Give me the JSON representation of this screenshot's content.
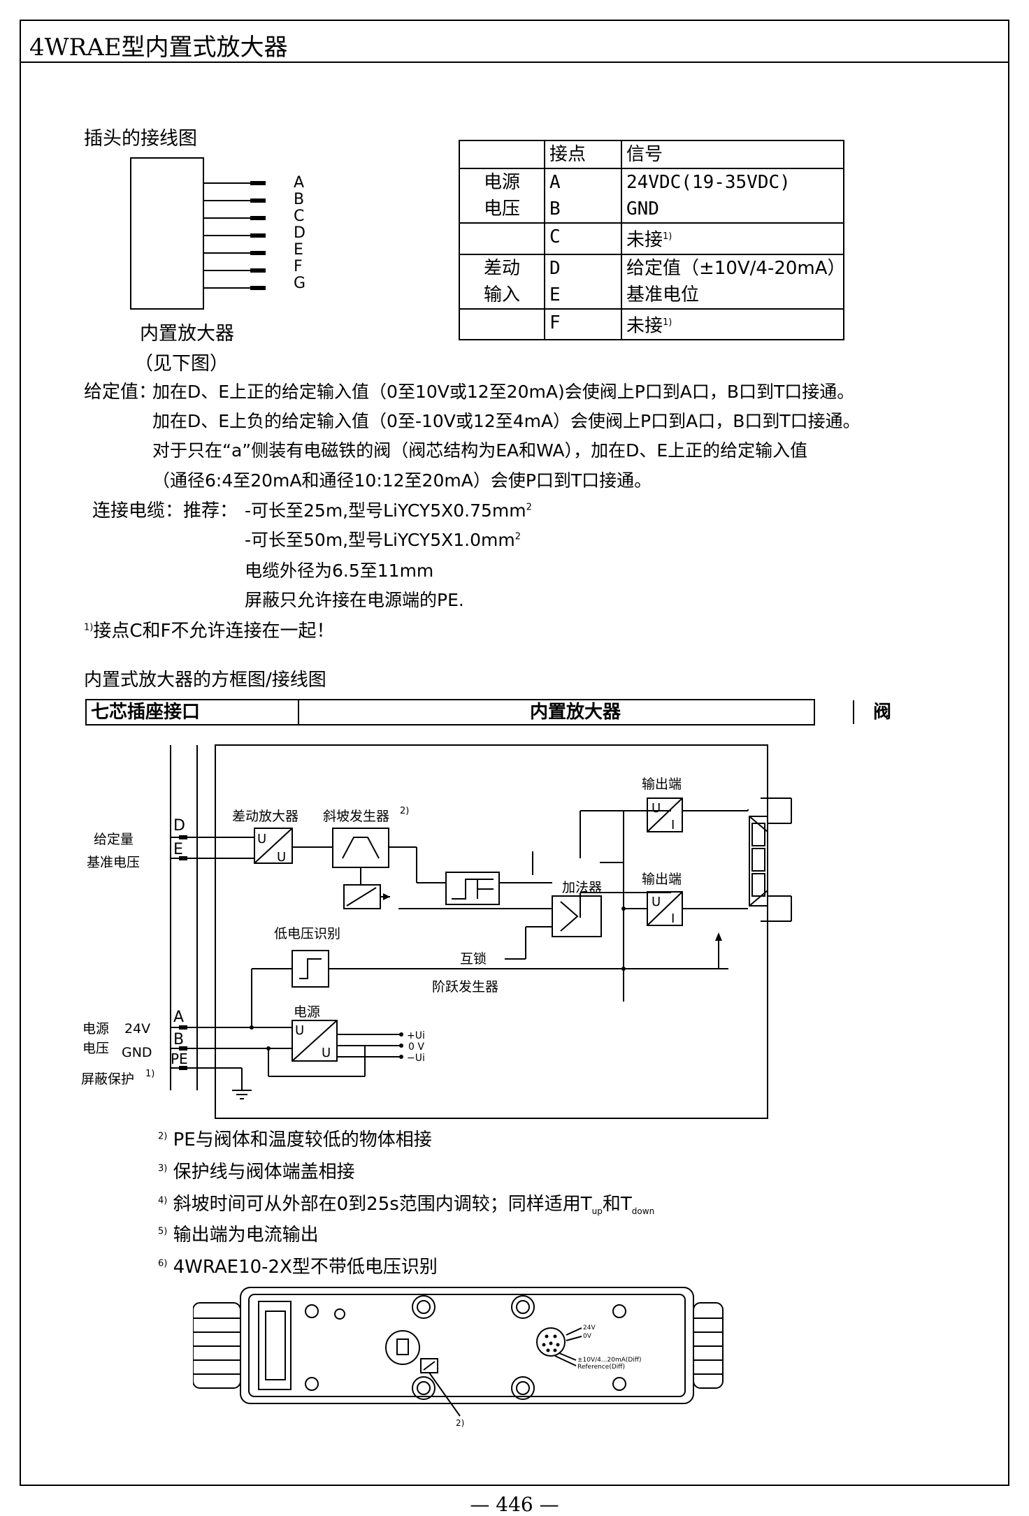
{
  "page": {
    "title": "4WRAE型内置式放大器",
    "page_number": "— 446 —"
  },
  "plug": {
    "heading": "插头的接线图",
    "pins": [
      "A",
      "B",
      "C",
      "D",
      "E",
      "F",
      "G"
    ],
    "caption_line1": "内置放大器",
    "caption_line2": "（见下图）"
  },
  "signal_table": {
    "headers": [
      "",
      "接点",
      "信号"
    ],
    "rows": [
      {
        "group": "电源",
        "pin": "A",
        "signal": "24VDC(19-35VDC)"
      },
      {
        "group": "电压",
        "pin": "B",
        "signal": "GND"
      },
      {
        "group": "",
        "pin": "C",
        "signal": "未接",
        "note": "1)"
      },
      {
        "group": "差动",
        "pin": "D",
        "signal": "给定值（±10V/4-20mA）"
      },
      {
        "group": "输入",
        "pin": "E",
        "signal": "基准电位"
      },
      {
        "group": "",
        "pin": "F",
        "signal": "未接",
        "note": "1)"
      }
    ]
  },
  "text": {
    "setpoint_label": "给定值：",
    "setpoint_1": "加在D、E上正的给定输入值（0至10V或12至20mA)会使阀上P口到A口，B口到T口接通。",
    "setpoint_2": "加在D、E上负的给定输入值（0至-10V或12至4mA）会使阀上P口到A口，B口到T口接通。",
    "setpoint_3": "对于只在“a”侧装有电磁铁的阀（阀芯结构为EA和WA），加在D、E上正的给定输入值",
    "setpoint_4": "（通径6:4至20mA和通径10:12至20mA）会使P口到T口接通。",
    "cable_label": "连接电缆：推荐：",
    "cable_1": "-可长至25m,型号LiYCY5X0.75mm",
    "cable_1_sup": "2",
    "cable_2": "-可长至50m,型号LiYCY5X1.0mm",
    "cable_2_sup": "2",
    "cable_3": "电缆外径为6.5至11mm",
    "cable_4": "屏蔽只允许接在电源端的PE.",
    "note1_mark": "1)",
    "note1": "接点C和F不允许连接在一起！",
    "block_heading": "内置式放大器的方框图/接线图"
  },
  "block_header": {
    "col1": "七芯插座接口",
    "col2": "内置放大器",
    "col3": "阀"
  },
  "diagram": {
    "left_labels": {
      "setpoint": "给定量",
      "reference": "基准电压",
      "power1": "电源",
      "v24": "24V",
      "power2": "电压",
      "gnd": "GND",
      "shield": "屏蔽保护",
      "shield_note": "1)"
    },
    "pins": {
      "D": "D",
      "E": "E",
      "A": "A",
      "B": "B",
      "PE": "PE"
    },
    "blocks": {
      "diff_amp": "差动放大器",
      "ramp": "斜坡发生器",
      "ramp_note": "2)",
      "adder": "加法器",
      "low_voltage": "低电压识别",
      "interlock": "互锁",
      "step_gen": "阶跃发生器",
      "power": "电源",
      "output_top": "输出端",
      "output_bottom": "输出端"
    },
    "rails": {
      "plus": "+Ui",
      "zero": "0 V",
      "minus": "−Ui"
    },
    "glyph_u": "U",
    "glyph_i": "I"
  },
  "notes": [
    {
      "mark": "2)",
      "text": "PE与阀体和温度较低的物体相接"
    },
    {
      "mark": "3)",
      "text": "保护线与阀体端盖相接"
    },
    {
      "mark": "4)",
      "text": "斜坡时间可从外部在0到25s范围内调较；同样适用T",
      "sub1": "up",
      "mid": "和T",
      "sub2": "down"
    },
    {
      "mark": "5)",
      "text": "输出端为电流输出"
    },
    {
      "mark": "6)",
      "text": "4WRAE10-2X型不带低电压识别"
    }
  ],
  "valve_drawing": {
    "label_24v": "24V",
    "label_0v": "0V",
    "label_setpoint": "±10V/4...20mA(Diff)",
    "label_ref": "Reference(Diff)",
    "callout": "2)"
  }
}
